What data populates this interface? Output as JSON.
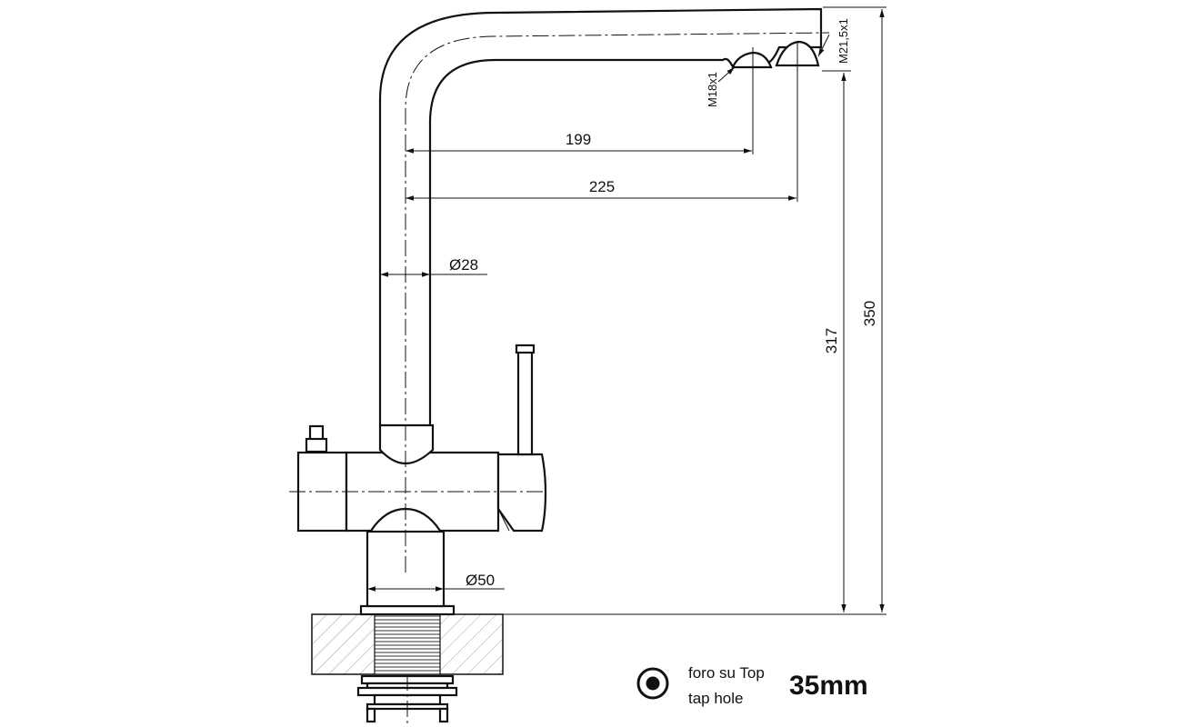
{
  "dimensions": {
    "outlet_1_reach": "199",
    "outlet_2_reach": "225",
    "spout_diameter": "Ø28",
    "base_diameter": "Ø50",
    "outlet_height": "317",
    "total_height": "350",
    "thread_1": "M18x1",
    "thread_2": "M21,5x1"
  },
  "legend": {
    "line_it": "foro su Top",
    "line_en": "tap hole",
    "hole_size": "35mm"
  },
  "icons": {
    "hole_symbol": "tap-hole-icon"
  }
}
